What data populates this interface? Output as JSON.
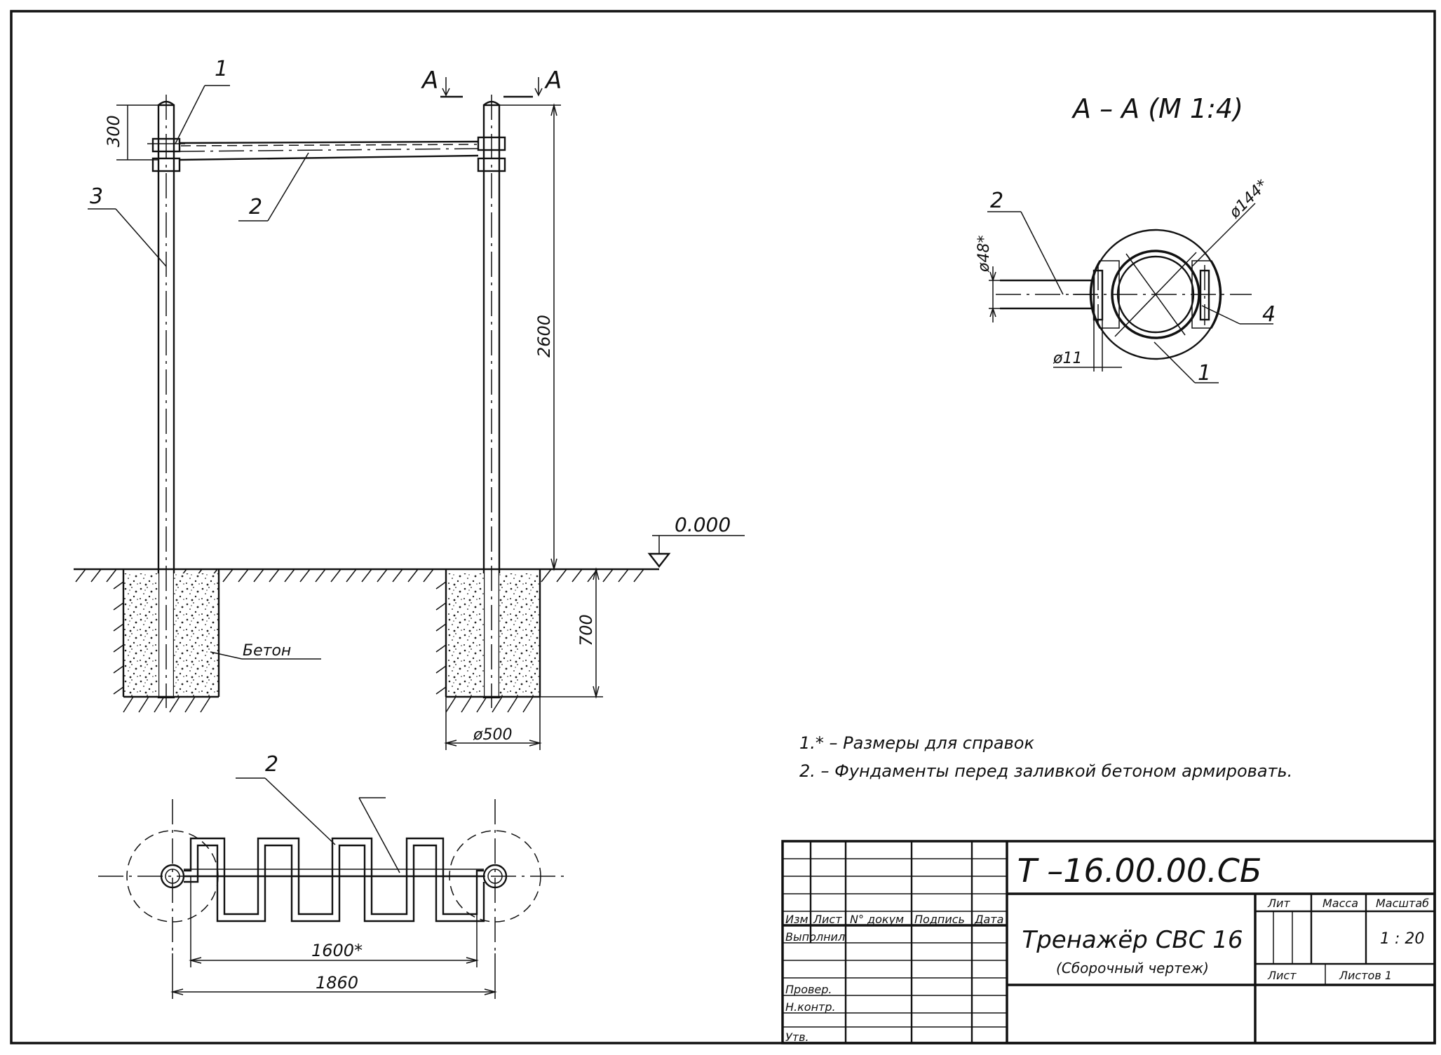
{
  "drawing": {
    "title_number": "Т –16.00.00.СБ",
    "name": "Тренажёр СВС 16",
    "subtitle": "(Сборочный чертеж)",
    "scale_value": "1 : 20",
    "sheets_count": "Листов 1",
    "section_title": "А – А (М 1:4)",
    "section_mark": "А"
  },
  "title_block": {
    "col_izm": "Изм",
    "col_list": "Лист",
    "col_doc": "N° докум",
    "col_sign": "Подпись",
    "col_date": "Дата",
    "row_done": "Выполнил",
    "row_check": "Провер.",
    "row_norm": "Н.контр.",
    "row_approve": "Утв.",
    "lit": "Лит",
    "mass": "Масса",
    "scale": "Масштаб",
    "sheet": "Лист"
  },
  "notes": [
    "1.* – Размеры для справок",
    "2. – Фундаменты перед заливкой бетоном армировать."
  ],
  "dimensions": {
    "height_top": "300",
    "height_total": "2600",
    "depth": "700",
    "pit_diameter": "ø500",
    "level": "0.000",
    "concrete": "Бетон",
    "span_ref": "1600*",
    "span_total": "1860",
    "pipe_d": "ø48*",
    "post_d": "ø144*",
    "bolt_d": "ø11"
  },
  "callouts": {
    "c1": "1",
    "c2": "2",
    "c3": "3",
    "c4": "4"
  }
}
